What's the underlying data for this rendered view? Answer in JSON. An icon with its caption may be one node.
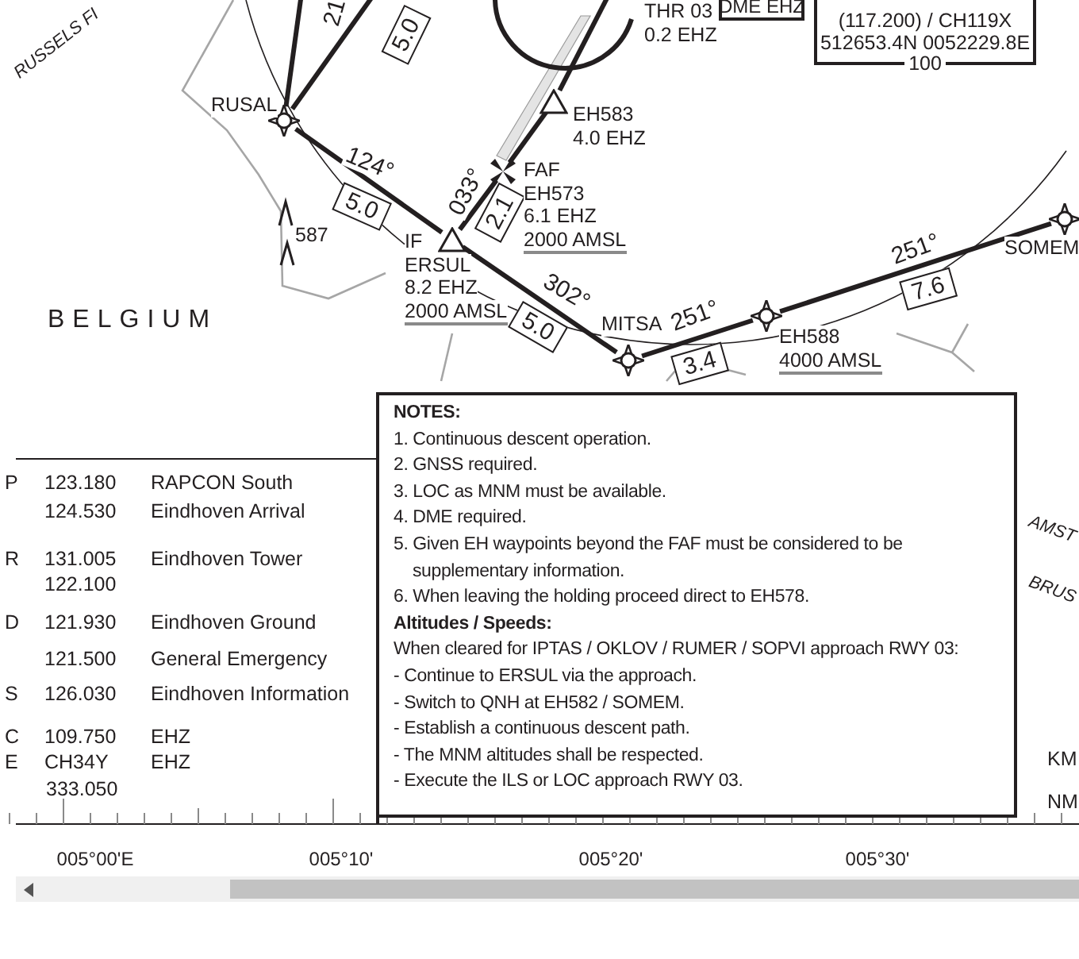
{
  "diagram": {
    "nodes": [
      {
        "text": [],
        "shape": "star",
        "beside": [
          "RUSAL"
        ]
      },
      {
        "text": [],
        "shape": "cross",
        "beside": [
          "FAF",
          "EH573",
          "6.1 EHZ",
          "2000 AMSL"
        ]
      },
      {
        "text": [],
        "shape": "triangle",
        "beside": [
          "EH583",
          "4.0 EHZ"
        ]
      },
      {
        "text": [],
        "shape": "triangle",
        "beside": [
          "IF",
          "ERSUL",
          "8.2 EHZ",
          "2000 AMSL"
        ]
      },
      {
        "text": [],
        "shape": "star",
        "beside": [
          "MITSA"
        ]
      },
      {
        "text": [],
        "shape": "star",
        "beside": [
          "EH588",
          "4000 AMSL"
        ]
      },
      {
        "text": [],
        "shape": "star",
        "beside": [
          "SOMEM"
        ]
      },
      {
        "text": [
          "DME EHZ"
        ]
      },
      {
        "text": [
          "(117.200) / CH119X",
          "512653.4N 0052229.8E",
          "100"
        ]
      },
      {
        "text": [
          "NOTES:",
          "1. Continuous descent operation.",
          "2. GNSS required.",
          "3. LOC as MNM must be available.",
          "4. DME required.",
          "5. Given EH waypoints beyond the FAF must be considered to be supplementary information.",
          "6. When leaving the holding proceed direct to EH578.",
          "Altitudes / Speeds:",
          "When cleared for IPTAS / OKLOV / RUMER / SOPVI approach RWY 03:",
          "- Continue to ERSUL via the approach.",
          "- Switch to QNH at EH582 / SOMEM.",
          "- Establish a continuous descent path.",
          "- The MNM altitudes shall be respected.",
          "- Execute the ILS or LOC approach RWY 03."
        ]
      }
    ],
    "edges": [
      {
        "from": null,
        "to": 0,
        "arrow": "none",
        "label": "21"
      },
      {
        "from": null,
        "to": 0,
        "arrow": "none"
      },
      {
        "from": 0,
        "to": 3,
        "arrow": "none",
        "label": "124°"
      },
      {
        "from": 3,
        "to": 1,
        "arrow": "none",
        "label": "033°"
      },
      {
        "from": 1,
        "to": 2,
        "arrow": "none"
      },
      {
        "from": 2,
        "to": null,
        "arrow": "none"
      },
      {
        "from": 4,
        "to": 3,
        "arrow": "none",
        "label": "302°"
      },
      {
        "from": 5,
        "to": 4,
        "arrow": "none",
        "label": "251°"
      },
      {
        "from": 6,
        "to": 5,
        "arrow": "none",
        "label": "251°"
      }
    ],
    "labels": [
      "5.0",
      "THR 03",
      "0.2 EHZ",
      "RUSSELS FI",
      "5.0",
      "2.1",
      "587",
      "BELGIUM",
      "5.0",
      "3.4",
      "7.6",
      "P",
      "123.180",
      "RAPCON South",
      "124.530",
      "Eindhoven Arrival",
      "R",
      "131.005",
      "Eindhoven Tower",
      "122.100",
      "D",
      "121.930",
      "Eindhoven Ground",
      "121.500",
      "General Emergency",
      "S",
      "126.030",
      "Eindhoven Information",
      "C",
      "109.750",
      "EHZ",
      "E",
      "CH34Y",
      "EHZ",
      "333.050",
      "AMST",
      "BRUS",
      "KM",
      "NM",
      "005°00'E",
      "005°10'",
      "005°20'",
      "005°30'"
    ]
  }
}
